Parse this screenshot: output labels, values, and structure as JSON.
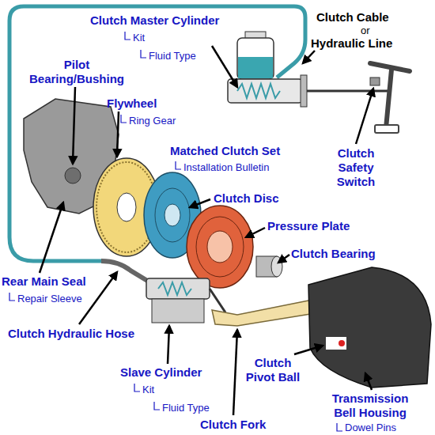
{
  "diagram": {
    "labels": [
      "Clutch Master Cylinder",
      "Kit",
      "Fluid Type",
      "Clutch Cable",
      "or",
      "Hydraulic Line",
      "Pilot Bearing/Bushing",
      "Flywheel",
      "Ring Gear",
      "Matched Clutch Set",
      "Installation Bulletin",
      "Clutch Safety Switch",
      "Clutch Disc",
      "Pressure Plate",
      "Clutch Bearing",
      "Rear Main Seal",
      "Repair Sleeve",
      "Clutch Hydraulic Hose",
      "Clutch Pivot Ball",
      "Slave Cylinder",
      "Kit",
      "Fluid Type",
      "Transmission Bell Housing",
      "Clutch Fork",
      "Dowel Pins"
    ]
  }
}
